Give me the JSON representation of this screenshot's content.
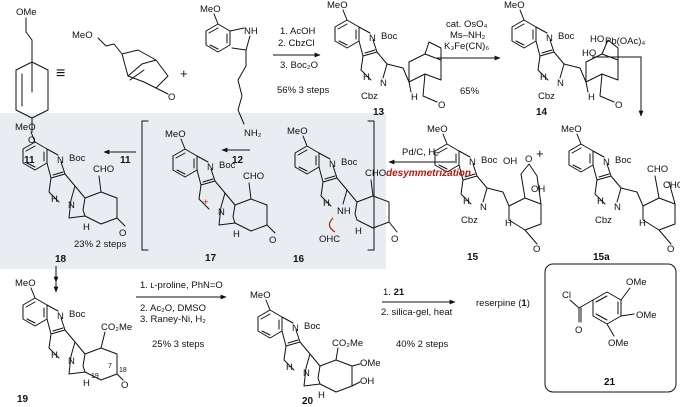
{
  "colors": {
    "highlight_box": "#e9edf1",
    "accent_red": "#c0140c"
  },
  "compound_ids": {
    "c11": "11",
    "c11b": "11",
    "c12": "12",
    "c13": "13",
    "c14": "14",
    "c15": "15",
    "c15a": "15a",
    "c16": "16",
    "c17": "17",
    "c18": "18",
    "c19": "19",
    "c20": "20",
    "c21": "21"
  },
  "symbols": {
    "equiv": "≡",
    "plus1": "+",
    "plus2": "+"
  },
  "atoms": {
    "meo": "MeO",
    "ome": "OMe",
    "n": "N",
    "boc": "Boc",
    "cbz": "Cbz",
    "h": "H",
    "o": "O",
    "nh": "NH",
    "nh2": "NH₂",
    "ho": "HO",
    "oh": "OH",
    "cho": "CHO",
    "ohc": "OHC",
    "co2me": "CO₂Me",
    "nh_16": "NH",
    "cl": "Cl",
    "plus_charge": "+",
    "pos7": "7",
    "pos18": "18",
    "pos19": "19"
  },
  "steps": {
    "s1": {
      "line1": "1. AcOH",
      "line2": "2. CbzCl",
      "line3": "3. Boc₂O",
      "yield": "56% 3 steps"
    },
    "s2": {
      "line1": "cat. OsO₄",
      "line2": "Ms–NH₂",
      "line3": "K₃Fe(CN)₆",
      "yield": "65%"
    },
    "s3": {
      "line1": "Pb(OAc)₄"
    },
    "s4": {
      "line1": "Pd/C, H₂",
      "label": "desymmetrization"
    },
    "s5": {
      "yield": "23% 2 steps"
    },
    "s6": {
      "line1": "1. ʟ-proline, PhN=O",
      "line2": "2. Ac₂O, DMSO",
      "line3": "3. Raney-Ni, H₂",
      "yield": "25% 3 steps"
    },
    "s7": {
      "line1_prefix": "1. ",
      "line1_ref": "21",
      "line2": "2. silica-gel, heat",
      "yield": "40% 2 steps"
    }
  },
  "product": {
    "name": "reserpine",
    "ref": "1"
  }
}
